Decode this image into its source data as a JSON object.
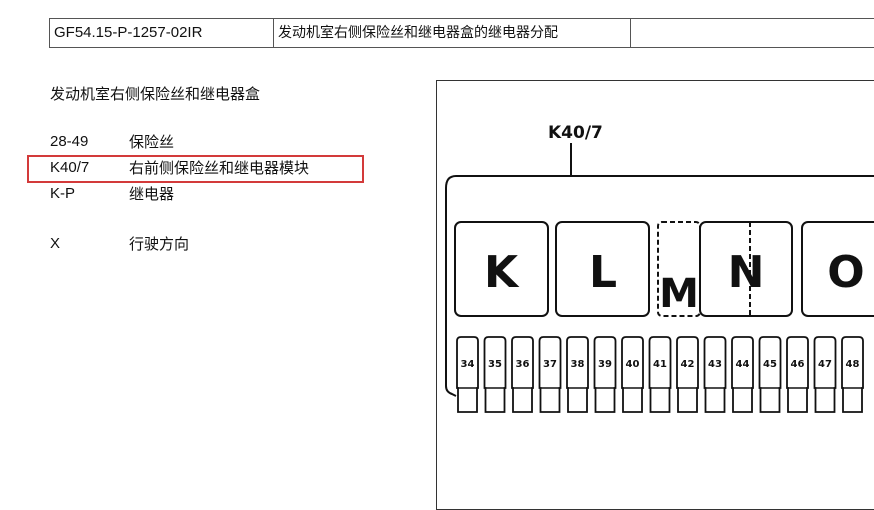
{
  "header": {
    "doc_id": "GF54.15-P-1257-02IR",
    "doc_title": "发动机室右侧保险丝和继电器盒的继电器分配",
    "extra": ""
  },
  "section_title": "发动机室右侧保险丝和继电器盒",
  "legend": [
    {
      "code": "28-49",
      "desc": "保险丝"
    },
    {
      "code": "K40/7",
      "desc": "右前侧保险丝和继电器模块"
    },
    {
      "code": "K-P",
      "desc": "继电器"
    },
    {
      "code": "X",
      "desc": "行驶方向"
    }
  ],
  "diagram": {
    "module_label": "K40/7",
    "relays": [
      "K",
      "L",
      "M",
      "N",
      "O"
    ],
    "fuses": [
      "34",
      "35",
      "36",
      "37",
      "38",
      "39",
      "40",
      "41",
      "42",
      "43",
      "44",
      "45",
      "46",
      "47",
      "48"
    ]
  },
  "colors": {
    "highlight": "#d33a3a",
    "line": "#111111"
  }
}
